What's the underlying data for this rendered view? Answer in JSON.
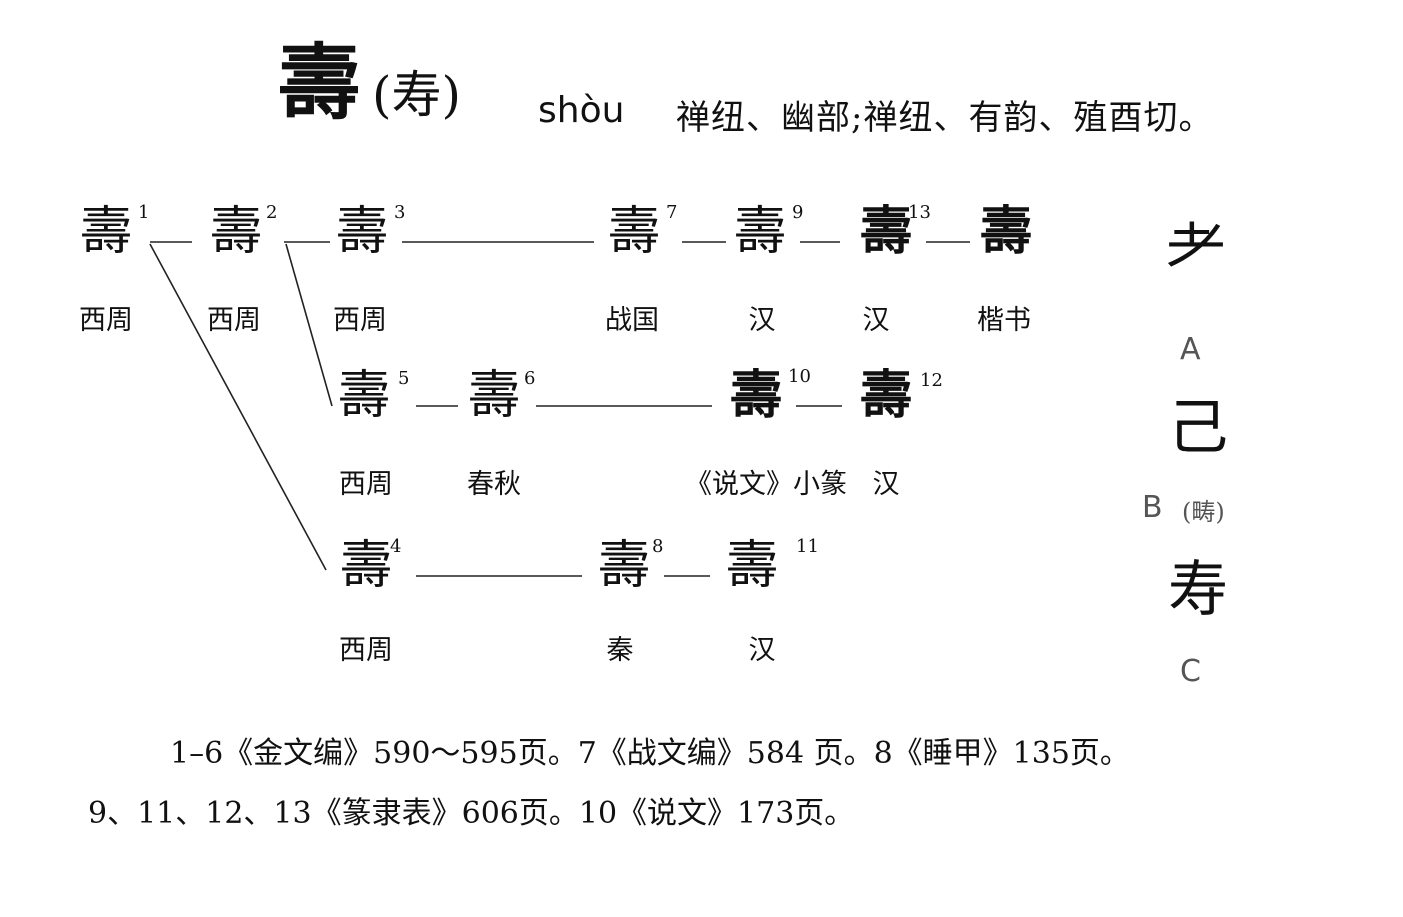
{
  "header": {
    "main_char": "壽",
    "simplified": "(寿)",
    "pinyin": "shòu",
    "fanqie": "禅纽、幽部;禅纽、有韵、殖酉切。"
  },
  "nodes": [
    {
      "id": "1",
      "glyph": "壽",
      "num": "1",
      "era": "西周"
    },
    {
      "id": "2",
      "glyph": "壽",
      "num": "2",
      "era": "西周"
    },
    {
      "id": "3",
      "glyph": "壽",
      "num": "3",
      "era": "西周"
    },
    {
      "id": "7",
      "glyph": "壽",
      "num": "7",
      "era": "战国"
    },
    {
      "id": "9",
      "glyph": "壽",
      "num": "9",
      "era": "汉"
    },
    {
      "id": "13",
      "glyph": "壽",
      "num": "13",
      "era": "汉"
    },
    {
      "id": "kai",
      "glyph": "壽",
      "num": "",
      "era": "楷书"
    },
    {
      "id": "5",
      "glyph": "壽",
      "num": "5",
      "era": "西周"
    },
    {
      "id": "6",
      "glyph": "壽",
      "num": "6",
      "era": "春秋"
    },
    {
      "id": "10",
      "glyph": "壽",
      "num": "10",
      "era": "《说文》小篆"
    },
    {
      "id": "12",
      "glyph": "壽",
      "num": "12",
      "era": "汉"
    },
    {
      "id": "4",
      "glyph": "壽",
      "num": "4",
      "era": "西周"
    },
    {
      "id": "8",
      "glyph": "壽",
      "num": "8",
      "era": "秦"
    },
    {
      "id": "11",
      "glyph": "壽",
      "num": "11",
      "era": "汉"
    }
  ],
  "components": [
    {
      "label": "A",
      "glyph": "耂",
      "note": ""
    },
    {
      "label": "B",
      "glyph": "己",
      "note": "(畴)"
    },
    {
      "label": "C",
      "glyph": "寿",
      "note": ""
    }
  ],
  "footnotes": [
    "1–6《金文编》590～595页。7《战文编》584 页。8《睡甲》135页。",
    "9、11、12、13《篆隶表》606页。10《说文》173页。"
  ]
}
